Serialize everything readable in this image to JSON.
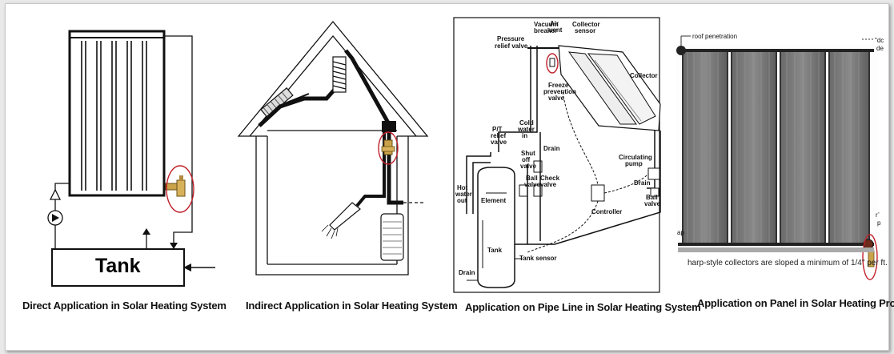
{
  "colors": {
    "highlight_ring": "#c0202a",
    "line": "#111111",
    "valve_gold": "#c9a24a"
  },
  "panels": [
    {
      "caption": "Direct Application in Solar Heating System",
      "tank_label": "Tank"
    },
    {
      "caption": "Indirect Application in Solar Heating System"
    },
    {
      "caption": "Application on Pipe Line in Solar Heating System",
      "labels": {
        "vacuum": "Vacuum",
        "breaker": "breaker",
        "air": "Air",
        "vent": "vent",
        "collector1": "Collector",
        "sensor": "sensor",
        "pressure": "Pressure",
        "relief_valve": "relief valve",
        "collector": "Collector",
        "freeze": "Freeze",
        "prevention": "prevention",
        "valve": "valve",
        "pt": "P/T",
        "relief": "relief",
        "valve2": "valve",
        "cold": "Cold",
        "water": "water",
        "in": "in",
        "shut": "Shut",
        "off": "off",
        "valve3": "valve",
        "drain1": "Drain",
        "circulating": "Circulating",
        "pump": "pump",
        "drain2": "Drain",
        "hot": "Hot",
        "water2": "water",
        "out": "out",
        "element": "Element",
        "ball": "Ball",
        "valve4": "valve",
        "check": "Check",
        "valve5": "valve",
        "controller": "Controller",
        "ball2": "Ball",
        "valve6": "valve",
        "tank": "Tank",
        "drain3": "Drain",
        "tank_sensor": "Tank sensor"
      }
    },
    {
      "caption": "Application on Panel in Solar Heating Project",
      "labels": {
        "roof_penetration": "roof penetration",
        "top_right_1": "\"dc",
        "top_right_2": "de",
        "left_mark": "ap",
        "right_mark": "r’",
        "right_mark2": "p",
        "note": "harp-style collectors are sloped a minimum of 1/4\" per ft."
      }
    }
  ]
}
